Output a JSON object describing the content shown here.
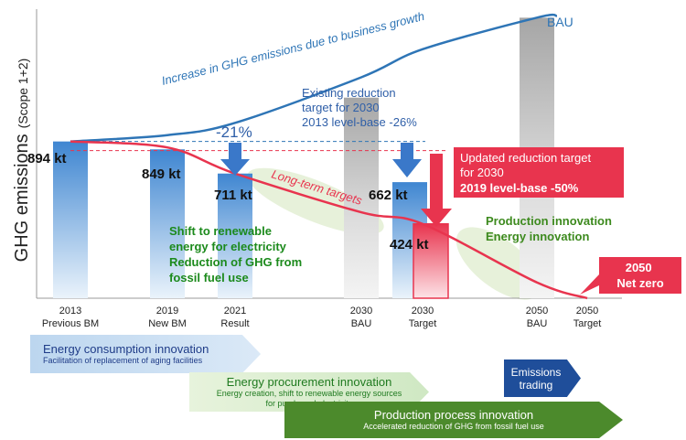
{
  "chart_data": {
    "type": "bar",
    "ylabel_main": "GHG emissions",
    "ylabel_sub": "(Scope 1+2)",
    "categories": [
      {
        "line1": "2013",
        "line2": "Previous BM"
      },
      {
        "line1": "2019",
        "line2": "New BM"
      },
      {
        "line1": "2021",
        "line2": "Result"
      },
      {
        "line1": "2030",
        "line2": "BAU"
      },
      {
        "line1": "2030",
        "line2": "Target"
      },
      {
        "line1": "2050",
        "line2": "BAU"
      },
      {
        "line1": "2050",
        "line2": "Target"
      }
    ],
    "bars": [
      {
        "category": 0,
        "value": 894,
        "label": "894 kt",
        "style": "blue"
      },
      {
        "category": 1,
        "value": 849,
        "label": "849 kt",
        "style": "blue"
      },
      {
        "category": 2,
        "value": 711,
        "label": "711 kt",
        "style": "blue"
      },
      {
        "category": 3,
        "value": 1144,
        "label": "",
        "style": "gray"
      },
      {
        "category": 4,
        "value": 662,
        "label": "662 kt",
        "style": "blue"
      },
      {
        "category": 4,
        "value": 424,
        "label": "424 kt",
        "style": "red"
      },
      {
        "category": 5,
        "value": 1600,
        "label": "",
        "style": "gray"
      }
    ],
    "ylim": [
      0,
      1680
    ],
    "bau_curve": {
      "label": "BAU",
      "annotation": "Increase in GHG emissions due to business growth",
      "points": [
        [
          0,
          894
        ],
        [
          1,
          930
        ],
        [
          2,
          1000
        ],
        [
          3,
          1260
        ],
        [
          4,
          1420
        ],
        [
          5,
          1600
        ],
        [
          5.4,
          1610
        ]
      ]
    },
    "target_curve": {
      "label": "Long-term targets",
      "points": [
        [
          0,
          894
        ],
        [
          1,
          860
        ],
        [
          2,
          711
        ],
        [
          3,
          490
        ],
        [
          4,
          424
        ],
        [
          5,
          90
        ],
        [
          6,
          0
        ]
      ]
    },
    "annotations": {
      "pct_21": "-21%",
      "existing_target": [
        "Existing reduction",
        "target for 2030",
        "2013 level-base -26%"
      ],
      "updated_target": [
        "Updated reduction target",
        "for 2030"
      ],
      "updated_target_bold": "2019 level-base -50%",
      "shift": [
        "Shift to renewable",
        "energy for electricity",
        "Reduction of GHG from",
        "fossil fuel use"
      ],
      "production": [
        "Production innovation",
        "Energy innovation"
      ],
      "net_zero": [
        "2050",
        "Net zero"
      ]
    },
    "colors": {
      "blue_bar": "#5b9bd5",
      "gray_bar": "#bfbfbf",
      "red": "#e8344e",
      "bau_line": "#2e75b6",
      "green_text": "#3d8a1e",
      "dark_green_text": "#1c8a1c",
      "blue_text": "#2f5fa8",
      "arrow_blue": "#3a78c9"
    }
  },
  "arrows": {
    "consumption": {
      "title": "Energy consumption innovation",
      "subtitle": "Facilitation of replacement of aging facilities"
    },
    "procurement": {
      "title": "Energy procurement innovation",
      "subtitle": "Energy creation, shift to renewable energy sources for purchased electricity"
    },
    "trading": {
      "title": "Emissions trading"
    },
    "process": {
      "title": "Production process innovation",
      "subtitle": "Accelerated reduction of GHG from fossil fuel use"
    }
  }
}
